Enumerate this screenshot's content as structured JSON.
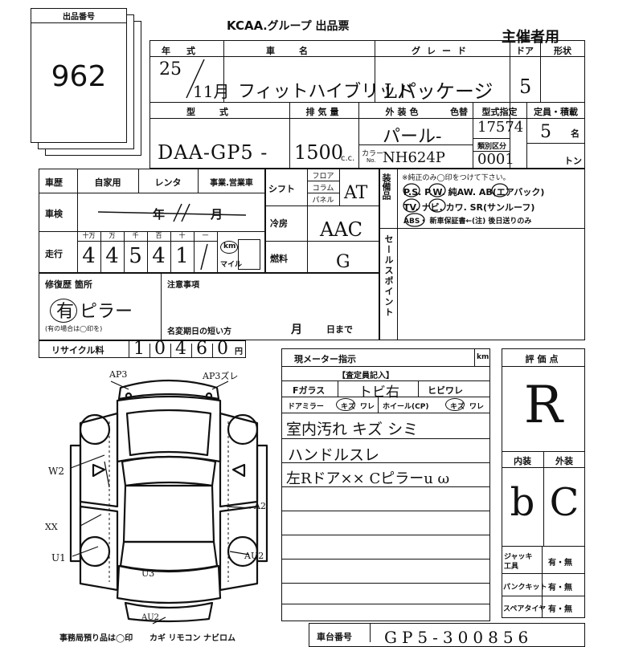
{
  "header": {
    "lot_label": "出品番号",
    "lot_number": "962",
    "title_logo": "KCAA",
    "title_text": ".グループ 出品票",
    "organizer": "主催者用"
  },
  "row1": {
    "year_label": "年式",
    "year_value": "25",
    "month_value": "11月",
    "name_label": "車名",
    "name_value": "フィットハイブリッド",
    "grade_label": "グレード",
    "grade_value": "Lパッケージ",
    "door_label": "ドア",
    "door_value": "5",
    "shape_label": "形状"
  },
  "row2": {
    "model_label": "型式",
    "model_value": "DAA-GP5 -",
    "disp_label": "排気量",
    "disp_value": "1500",
    "disp_unit": "c.c.",
    "color_label": "外装色",
    "color_value": "パール-",
    "color_num_label": "カラー",
    "color_num_sub": "No.",
    "color_num_value": "NH624P",
    "iro_label": "色替",
    "spec_label": "型式指定",
    "spec_value": "17574",
    "cat_label": "類別区分",
    "cat_value": "0001",
    "cap_label": "定員・積載",
    "cap_value": "5",
    "cap_unit": "名",
    "ton_unit": "トン"
  },
  "history": {
    "label": "車歴",
    "options": [
      "自家用",
      "レンタ",
      "事業.営業車"
    ],
    "inspection_label": "車検",
    "inspection_year": "年",
    "inspection_month": "月",
    "mileage_label": "走行",
    "digit_labels": [
      "十万",
      "万",
      "千",
      "百",
      "十",
      "一"
    ],
    "digits": [
      "4",
      "4",
      "5",
      "4",
      "1",
      ""
    ],
    "km_label": "km",
    "mile_label": "マイル"
  },
  "equipment": {
    "shift_label": "シフト",
    "shift_opts": [
      "フロア",
      "コラム",
      "パネル"
    ],
    "shift_value": "AT",
    "ac_label": "冷房",
    "ac_value": "AAC",
    "fuel_label": "燃料",
    "fuel_value": "G",
    "equip_label": "装備品",
    "equip_note": "※純正のみ◯印をつけて下さい。",
    "equip_line1": "P.S. P.W. 純AW. AB(エアバック)",
    "equip_line2": "TV. ナビ. カワ. SR(サンルーフ)",
    "equip_line3": "ABS・ 新車保証書←(注) 後日送りのみ",
    "sales_point_label": "セールスポイント"
  },
  "repair": {
    "label": "修復歴 箇所",
    "value": "有 ピラー",
    "note": "(有の場合は◯印を)",
    "notes_label": "注意事項",
    "deadline_label": "名変期日の短い方",
    "deadline_month": "月",
    "deadline_day": "日まで"
  },
  "recycle": {
    "label": "リサイクル料",
    "digits": [
      "1",
      "0",
      "4",
      "6",
      "0"
    ],
    "unit": "円"
  },
  "meter": {
    "label": "現メーター指示",
    "unit": "km",
    "inspector_label": "【査定員記入】",
    "glass_label": "Fガラス",
    "glass_value": "トビ右",
    "glass_crack": "ヒビワレ",
    "mirror_label": "ドアミラー",
    "mirror_opt1": "キズ",
    "mirror_opt2": "ワレ",
    "wheel_label": "ホイール(CP)",
    "wheel_opt1": "キズ",
    "wheel_opt2": "ワレ",
    "remark1": "室内汚れ キズ シミ",
    "remark2": "ハンドルスレ",
    "remark3": "左Rドア×× Cピラーu ω"
  },
  "rating": {
    "label": "評価点",
    "value": "R",
    "interior_label": "内装",
    "exterior_label": "外装",
    "interior_value": "b",
    "exterior_value": "C",
    "jack_label": "ジャッキ工具",
    "puncture_label": "パンクキット",
    "spare_label": "スペアタイヤ",
    "yes_no": "有・無"
  },
  "diagram": {
    "marks": [
      "AP3",
      "AP3ズレ",
      "W2",
      "XX",
      "A2",
      "U1",
      "AU2",
      "U3",
      "AU2"
    ]
  },
  "footer": {
    "office_label": "事務局預り品は◯印",
    "office_items": "カギ リモコン ナビロム",
    "chassis_label": "車台番号",
    "chassis_value": "GP5-300856"
  }
}
